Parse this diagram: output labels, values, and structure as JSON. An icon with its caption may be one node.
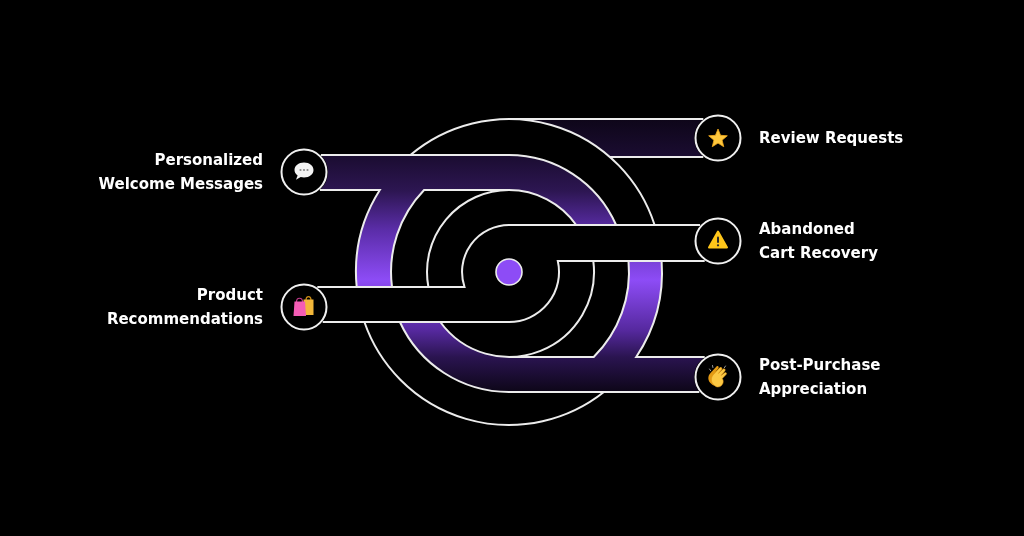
{
  "diagram": {
    "nodes": [
      {
        "text": [
          "Personalized Welcome Messages"
        ]
      },
      {
        "text": [
          "Review Requests"
        ]
      },
      {
        "text": [
          "Abandoned Cart Recovery"
        ]
      },
      {
        "text": [
          "Product Recommendations"
        ]
      },
      {
        "text": [
          "Post-Purchase Appreciation"
        ]
      }
    ]
  }
}
